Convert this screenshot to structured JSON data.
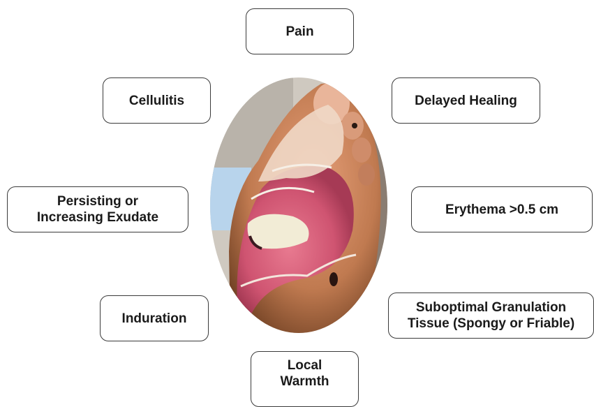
{
  "indicators": {
    "pain": "Pain",
    "cellulitis": "Cellulitis",
    "delayed_healing": "Delayed Healing",
    "exudate_line1": "Persisting or",
    "exudate_line2": "Increasing Exudate",
    "erythema": "Erythema >0.5 cm",
    "induration": "Induration",
    "granulation_line1": "Suboptimal Granulation",
    "granulation_line2": "Tissue (Spongy or Friable)",
    "warmth_line1": "Local",
    "warmth_line2": "Warmth"
  },
  "colors": {
    "box_border": "#3a3a3a",
    "text": "#1a1a1a",
    "wound_pink": "#d9607a",
    "skin_tan": "#b97a4a",
    "slough": "#f2ecd6"
  }
}
